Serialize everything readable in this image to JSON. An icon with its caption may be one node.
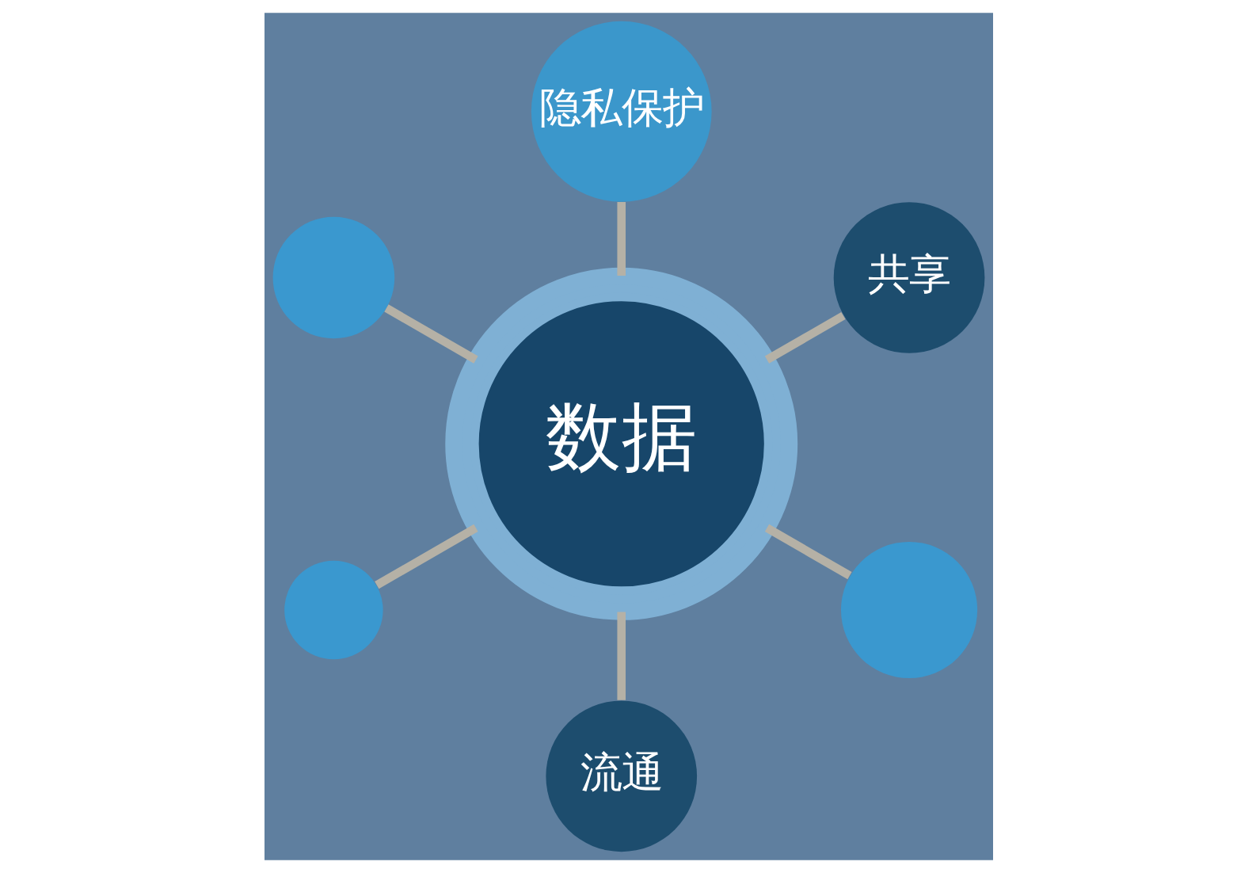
{
  "diagram": {
    "nodes": [
      {
        "text": [
          "数据"
        ]
      },
      {
        "text": [
          "共享"
        ]
      },
      {
        "text": [
          "隐私保护"
        ]
      },
      {
        "text": [],
        "shape": "circle"
      },
      {
        "text": [],
        "shape": "circle"
      },
      {
        "text": [
          "流通"
        ]
      },
      {
        "text": [],
        "shape": "circle"
      }
    ],
    "edges": [
      {
        "from": 0,
        "to": 1,
        "arrow": "none"
      },
      {
        "from": 0,
        "to": 2,
        "arrow": "none"
      },
      {
        "from": 0,
        "to": 3,
        "arrow": "none"
      },
      {
        "from": 0,
        "to": 4,
        "arrow": "none"
      },
      {
        "from": 0,
        "to": 5,
        "arrow": "none"
      },
      {
        "from": 0,
        "to": 6,
        "arrow": "none"
      }
    ]
  }
}
